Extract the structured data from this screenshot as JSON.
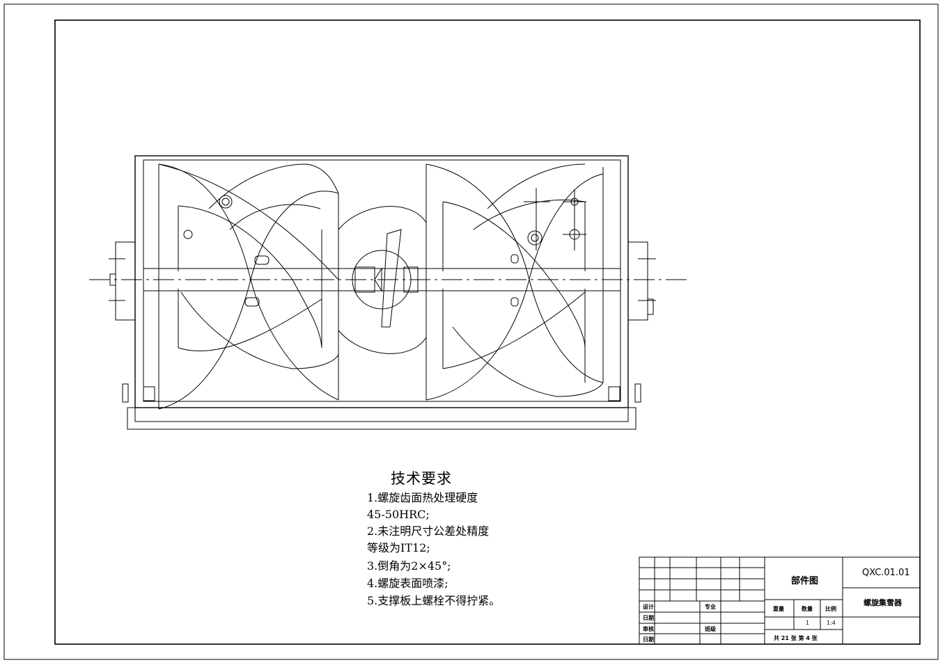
{
  "tech_requirements": {
    "title": "技术要求",
    "lines": [
      "1.螺旋齿面热处理硬度",
      "45-50HRC;",
      "2.未注明尺寸公差处精度",
      "等级为IT12;",
      "3.倒角为2×45°;",
      "4.螺旋表面喷漆;",
      "5.支撑板上螺栓不得拧紧。"
    ]
  },
  "title_block": {
    "drawing_type": "部件图",
    "drawing_number": "QXC.01.01",
    "part_name": "螺旋集雪器",
    "design_label": "设计",
    "date_label_1": "日期",
    "review_label": "审核",
    "date_label_2": "日期",
    "major_label": "专业",
    "class_label": "班级",
    "weight_label": "重量",
    "quantity_label": "数量",
    "scale_label": "比例",
    "quantity_value": "1",
    "scale_value": "1:4",
    "sheet_info": "共 21 张  第 4 张"
  }
}
